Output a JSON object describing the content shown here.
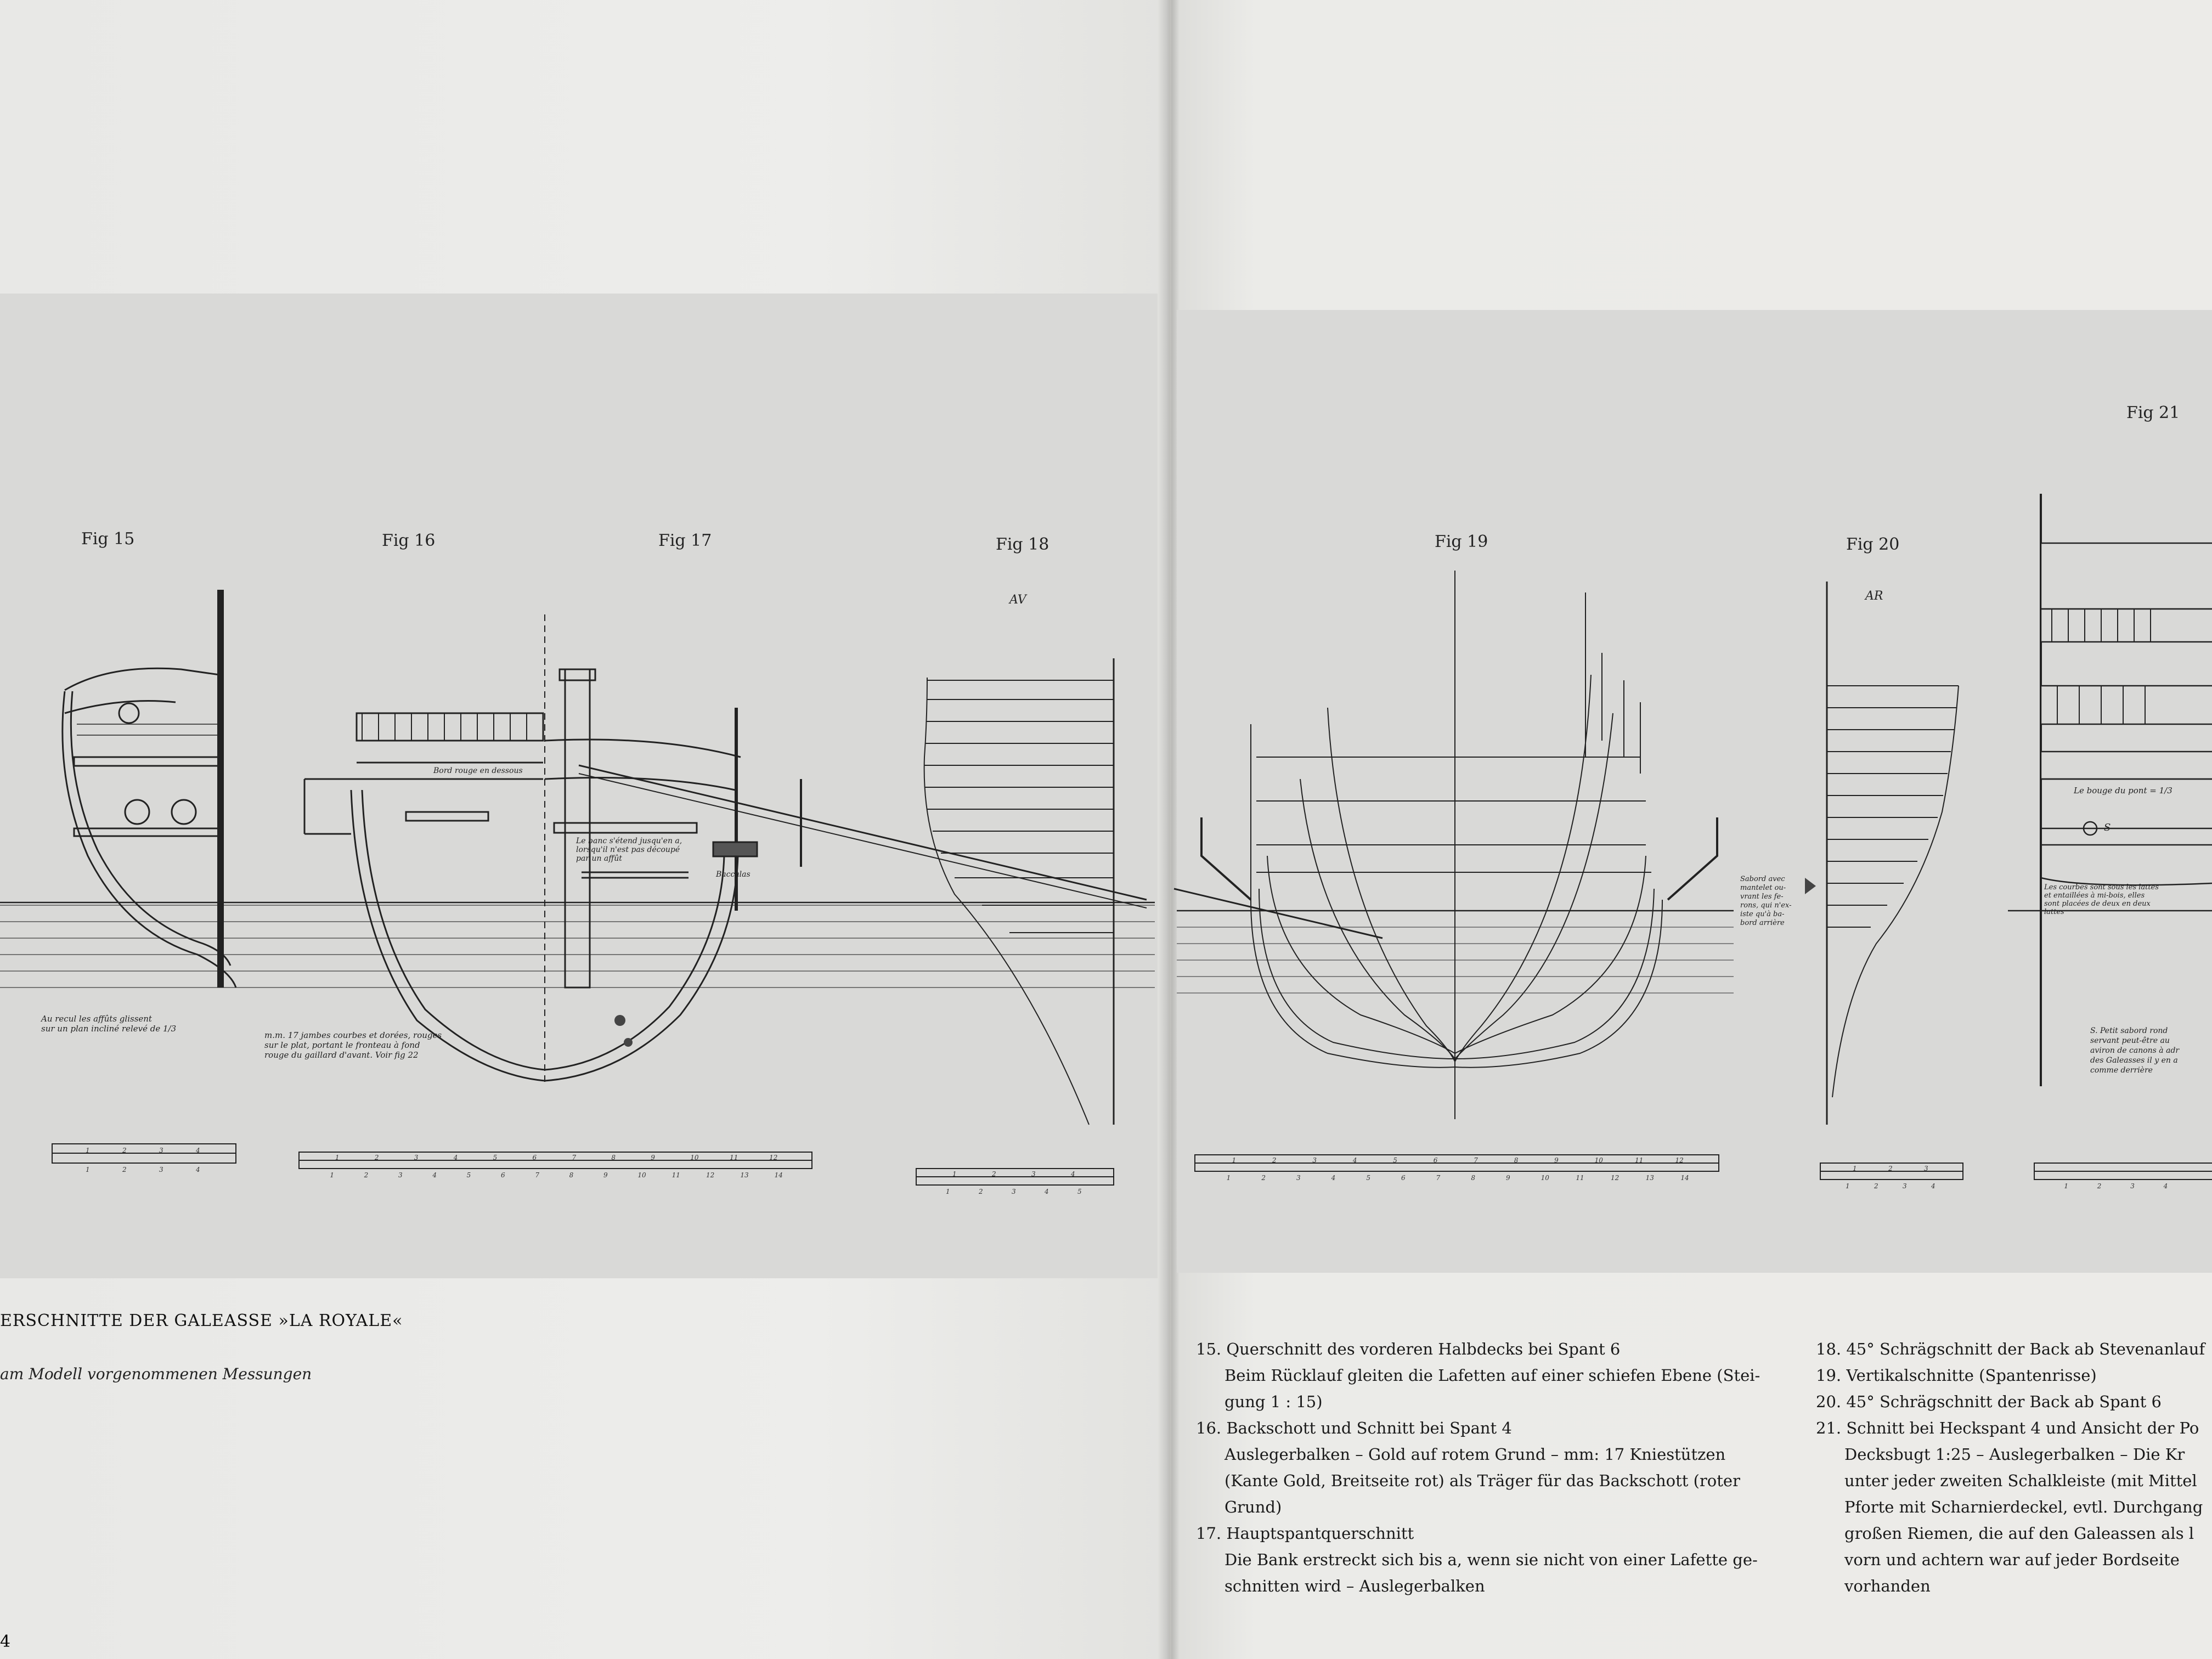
{
  "figures": {
    "fig15": "Fig 15",
    "fig16": "Fig 16",
    "fig17": "Fig 17",
    "fig18": "Fig 18",
    "fig19": "Fig 19",
    "fig20": "Fig 20",
    "fig21": "Fig 21"
  },
  "handwritten": {
    "fig15_note_l1": "Au recul les affûts glissent",
    "fig15_note_l2": "sur un plan incliné relevé de 1/3",
    "fig16_note_l1": "m.m. 17 jambes courbes et dorées, rouges",
    "fig16_note_l2": "sur le plat, portant le fronteau à fond",
    "fig16_note_l3": "rouge du gaillard d'avant. Voir fig 22",
    "fig16_deck": "Bord rouge en dessous",
    "fig17_note_l1": "Le banc s'étend jusqu'en a,",
    "fig17_note_l2": "lorsqu'il n'est pas découpé",
    "fig17_note_l3": "par un affût",
    "fig17_label": "Baccalas",
    "fig18_mark": "AV",
    "fig20_mark": "AR",
    "fig20_note_l1": "Sabord avec",
    "fig20_note_l2": "mantelet ou-",
    "fig20_note_l3": "vrant les fe-",
    "fig20_note_l4": "rons, qui n'ex-",
    "fig20_note_l5": "iste qu'à ba-",
    "fig20_note_l6": "bord arrière",
    "fig21_label": "Le bouge du pont = 1/3",
    "fig21_note_l1": "Les courbes sont sous les lattes",
    "fig21_note_l2": "et entaillées à mi-bois, elles",
    "fig21_note_l3": "sont placées de deux en deux",
    "fig21_note_l4": "lattes",
    "fig21_note2_l1": "S. Petit sabord rond",
    "fig21_note2_l2": "servant peut-être au",
    "fig21_note2_l3": "aviron de canons à adr",
    "fig21_note2_l4": "des Galeasses il y en a",
    "fig21_note2_l5": "comme derrière",
    "fig21_s": "S"
  },
  "scales": {
    "s15_top": [
      "1",
      "2",
      "3",
      "4"
    ],
    "s15_bottom": [
      "1",
      "2",
      "3",
      "4"
    ],
    "s16_top": [
      "1",
      "2",
      "3",
      "4",
      "5",
      "6",
      "7",
      "8",
      "9",
      "10",
      "11",
      "12"
    ],
    "s16_bottom": [
      "1",
      "2",
      "3",
      "4",
      "5",
      "6",
      "7",
      "8",
      "9",
      "10",
      "11",
      "12",
      "13",
      "14"
    ],
    "s18_top": [
      "1",
      "2",
      "3",
      "4"
    ],
    "s18_bottom": [
      "1",
      "2",
      "3",
      "4",
      "5"
    ],
    "s19_top": [
      "1",
      "2",
      "3",
      "4",
      "5",
      "6",
      "7",
      "8",
      "9",
      "10",
      "11",
      "12"
    ],
    "s19_bottom": [
      "1",
      "2",
      "3",
      "4",
      "5",
      "6",
      "7",
      "8",
      "9",
      "10",
      "11",
      "12",
      "13",
      "14"
    ],
    "s20_top": [
      "1",
      "2",
      "3"
    ],
    "s20_bottom": [
      "1",
      "2",
      "3",
      "4"
    ],
    "s21_bottom": [
      "1",
      "2",
      "3",
      "4"
    ]
  },
  "caption": {
    "title": "ERSCHNITTE DER GALEASSE »LA ROYALE«",
    "subtitle": "am Modell vorgenommenen Messungen"
  },
  "legend_left": [
    {
      "head": "15. Querschnitt des vorderen Halbdecks bei Spant 6",
      "body": [
        "Beim Rücklauf gleiten die Lafetten auf einer schiefen Ebene (Stei-",
        "gung 1 : 15)"
      ]
    },
    {
      "head": "16. Backschott und Schnitt bei Spant 4",
      "body": [
        "Auslegerbalken – Gold auf rotem Grund – mm: 17 Kniestützen",
        "(Kante Gold, Breitseite rot) als Träger für das Backschott (roter",
        "Grund)"
      ]
    },
    {
      "head": "17. Hauptspantquerschnitt",
      "body": [
        "Die Bank erstreckt sich bis a, wenn sie nicht von einer Lafette ge-",
        "schnitten wird – Auslegerbalken"
      ]
    }
  ],
  "legend_right": [
    {
      "head": "18. 45° Schrägschnitt der Back ab Stevenanlauf",
      "body": []
    },
    {
      "head": "19. Vertikalschnitte (Spantenrisse)",
      "body": []
    },
    {
      "head": "20. 45° Schrägschnitt der Back ab Spant 6",
      "body": []
    },
    {
      "head": "21. Schnitt bei Heckspant 4 und Ansicht der Po",
      "body": [
        "Decksbugt 1:25 – Auslegerbalken – Die Kr",
        "unter jeder zweiten Schalkleiste (mit Mittel",
        "Pforte mit Scharnierdeckel, evtl. Durchgang",
        "großen Riemen, die auf den Galeassen als l",
        "vorn und achtern war auf jeder Bordseite",
        "vorhanden"
      ]
    }
  ],
  "page_number": "4"
}
